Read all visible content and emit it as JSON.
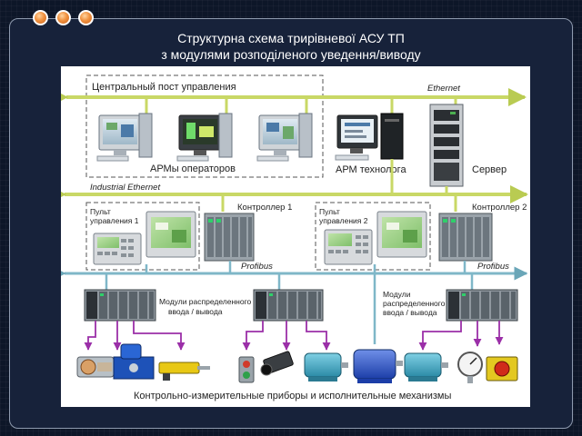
{
  "slide": {
    "title_line1": "Структурна схема трирівневої АСУ ТП",
    "title_line2": "з модулями розподіленого уведення/виводу"
  },
  "diagram": {
    "group_central": "Центральный пост управления",
    "bus_ethernet": "Ethernet",
    "bus_industrial_ethernet": "Industrial Ethernet",
    "bus_profibus": "Profibus",
    "label_operators": "АРМы операторов",
    "label_technologist": "АРМ технолога",
    "label_server": "Сервер",
    "label_controller1": "Контроллер 1",
    "label_controller2": "Контроллер 2",
    "panel1_line1": "Пульт",
    "panel1_line2": "управления 1",
    "panel2_line1": "Пульт",
    "panel2_line2": "управления 2",
    "dist_left_line1": "Модули распределенного",
    "dist_left_line2": "ввода / вывода",
    "dist_mid_line1": "Модули",
    "dist_mid_line2": "распределенного",
    "dist_mid_line3": "ввода / вывода",
    "field_devices": "Контрольно-измерительные приборы и исполнительные механизмы"
  },
  "colors": {
    "ethernet_bus": "#c9d866",
    "profibus_bus": "#7fb7c8",
    "signal_line": "#9b2fa8",
    "dot_accent": "#f19240"
  }
}
